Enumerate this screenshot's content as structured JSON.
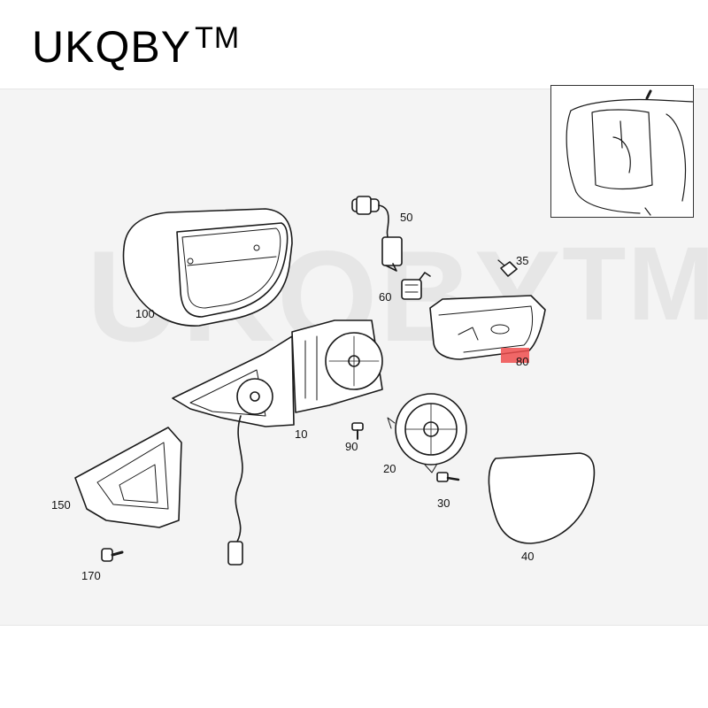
{
  "brand": {
    "name": "UKQBY",
    "tm": "TM"
  },
  "watermark": {
    "text": "UKQBY",
    "tm": "TM"
  },
  "callouts": [
    "100",
    "50",
    "35",
    "60",
    "80",
    "10",
    "90",
    "20",
    "30",
    "150",
    "40",
    "170"
  ],
  "colors": {
    "line": "#1a1a1a",
    "panel": "#f4f4f4",
    "highlight": "#ee4d4d",
    "watermark": "#dcdcdc"
  }
}
